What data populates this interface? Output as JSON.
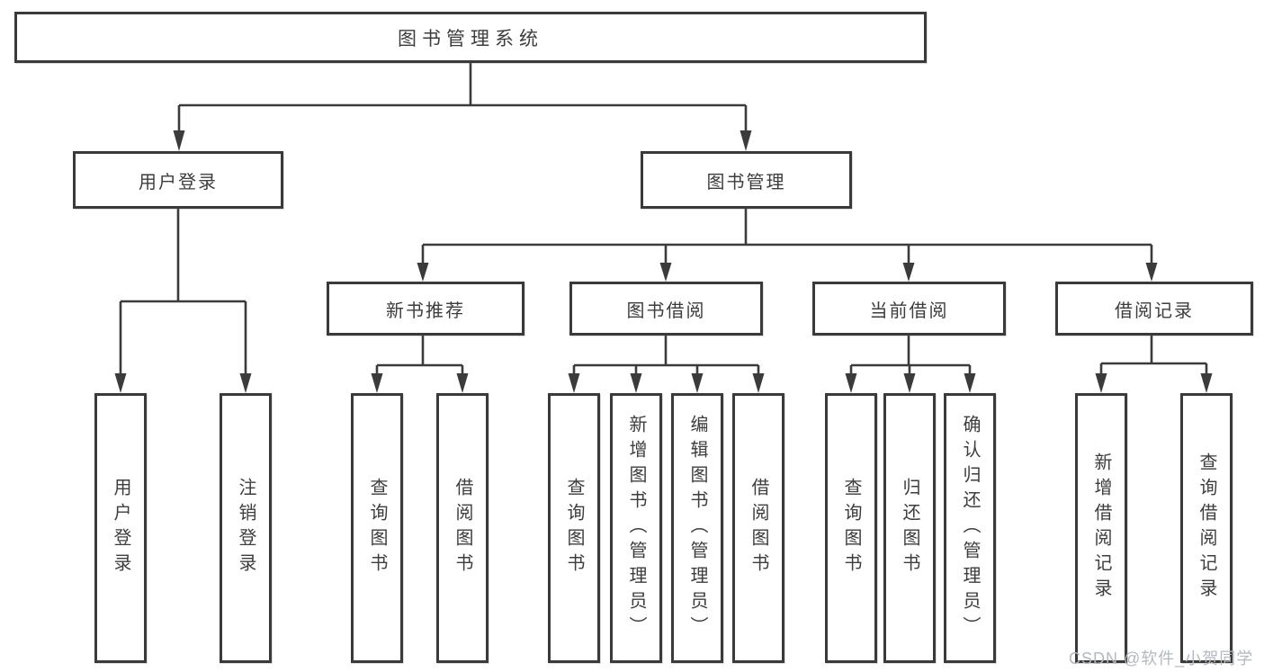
{
  "diagram": {
    "root": {
      "label": "图书管理系统"
    },
    "branches": {
      "user": {
        "label": "用户登录",
        "children": [
          "用户登录",
          "注销登录"
        ]
      },
      "management": {
        "label": "图书管理"
      }
    },
    "sections": [
      {
        "label": "新书推荐",
        "children": [
          "查询图书",
          "借阅图书"
        ]
      },
      {
        "label": "图书借阅",
        "children": [
          "查询图书",
          "新增图书（管理员）",
          "编辑图书（管理员）",
          "借阅图书"
        ]
      },
      {
        "label": "当前借阅",
        "children": [
          "查询图书",
          "归还图书",
          "确认归还（管理员）"
        ]
      },
      {
        "label": "借阅记录",
        "children": [
          "新增借阅记录",
          "查询借阅记录"
        ]
      }
    ],
    "line_color": "#3b3b3b"
  },
  "watermark": {
    "text": "CSDN @软件_小贺同学",
    "color": "#b3b9bf"
  }
}
